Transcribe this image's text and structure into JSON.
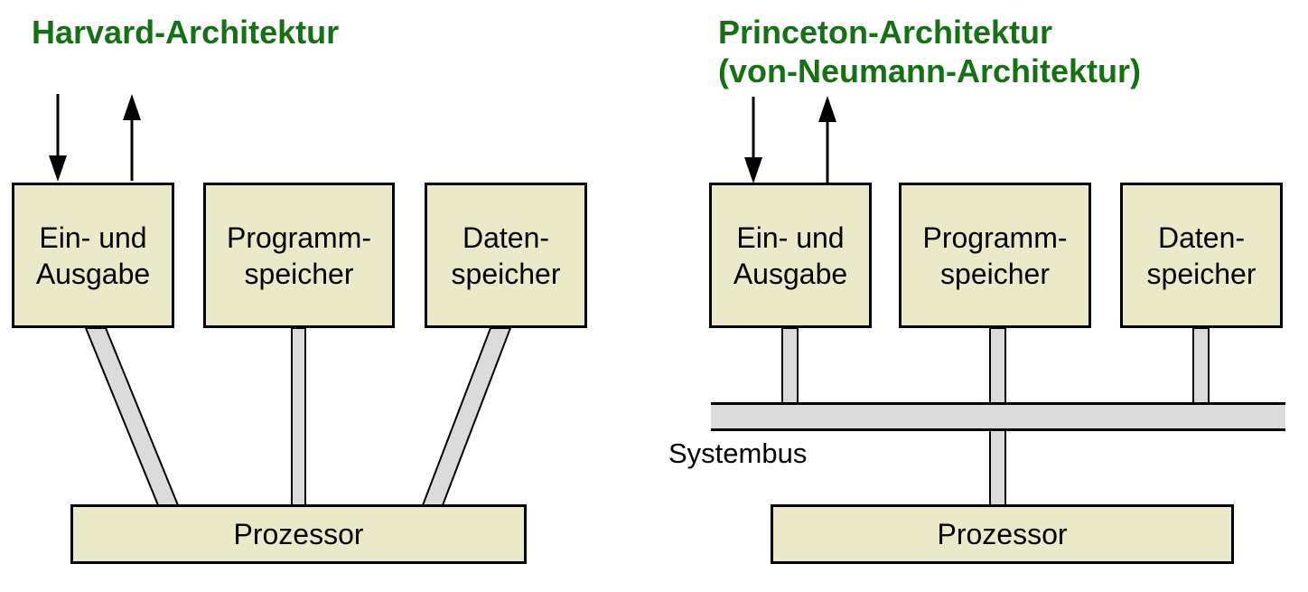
{
  "left_diagram": {
    "title": "Harvard-Architektur",
    "boxes": {
      "io": "Ein- und\nAusgabe",
      "program": "Programm-\nspeicher",
      "data": "Daten-\nspeicher",
      "processor": "Prozessor"
    },
    "icons": {
      "input_arrow": "arrow-down-into-io",
      "output_arrow": "arrow-up-out-of-io"
    }
  },
  "right_diagram": {
    "title_line1": "Princeton-Architektur",
    "title_line2": "(von-Neumann-Architektur)",
    "bus_label": "Systembus",
    "boxes": {
      "io": "Ein- und\nAusgabe",
      "program": "Programm-\nspeicher",
      "data": "Daten-\nspeicher",
      "processor": "Prozessor"
    },
    "icons": {
      "input_arrow": "arrow-down-into-io",
      "output_arrow": "arrow-up-out-of-io"
    }
  },
  "colors": {
    "title_green": "#147114",
    "box_fill": "#eae9c8",
    "connector_fill": "#dbdbdb",
    "outline": "#000000",
    "text": "#000000"
  }
}
